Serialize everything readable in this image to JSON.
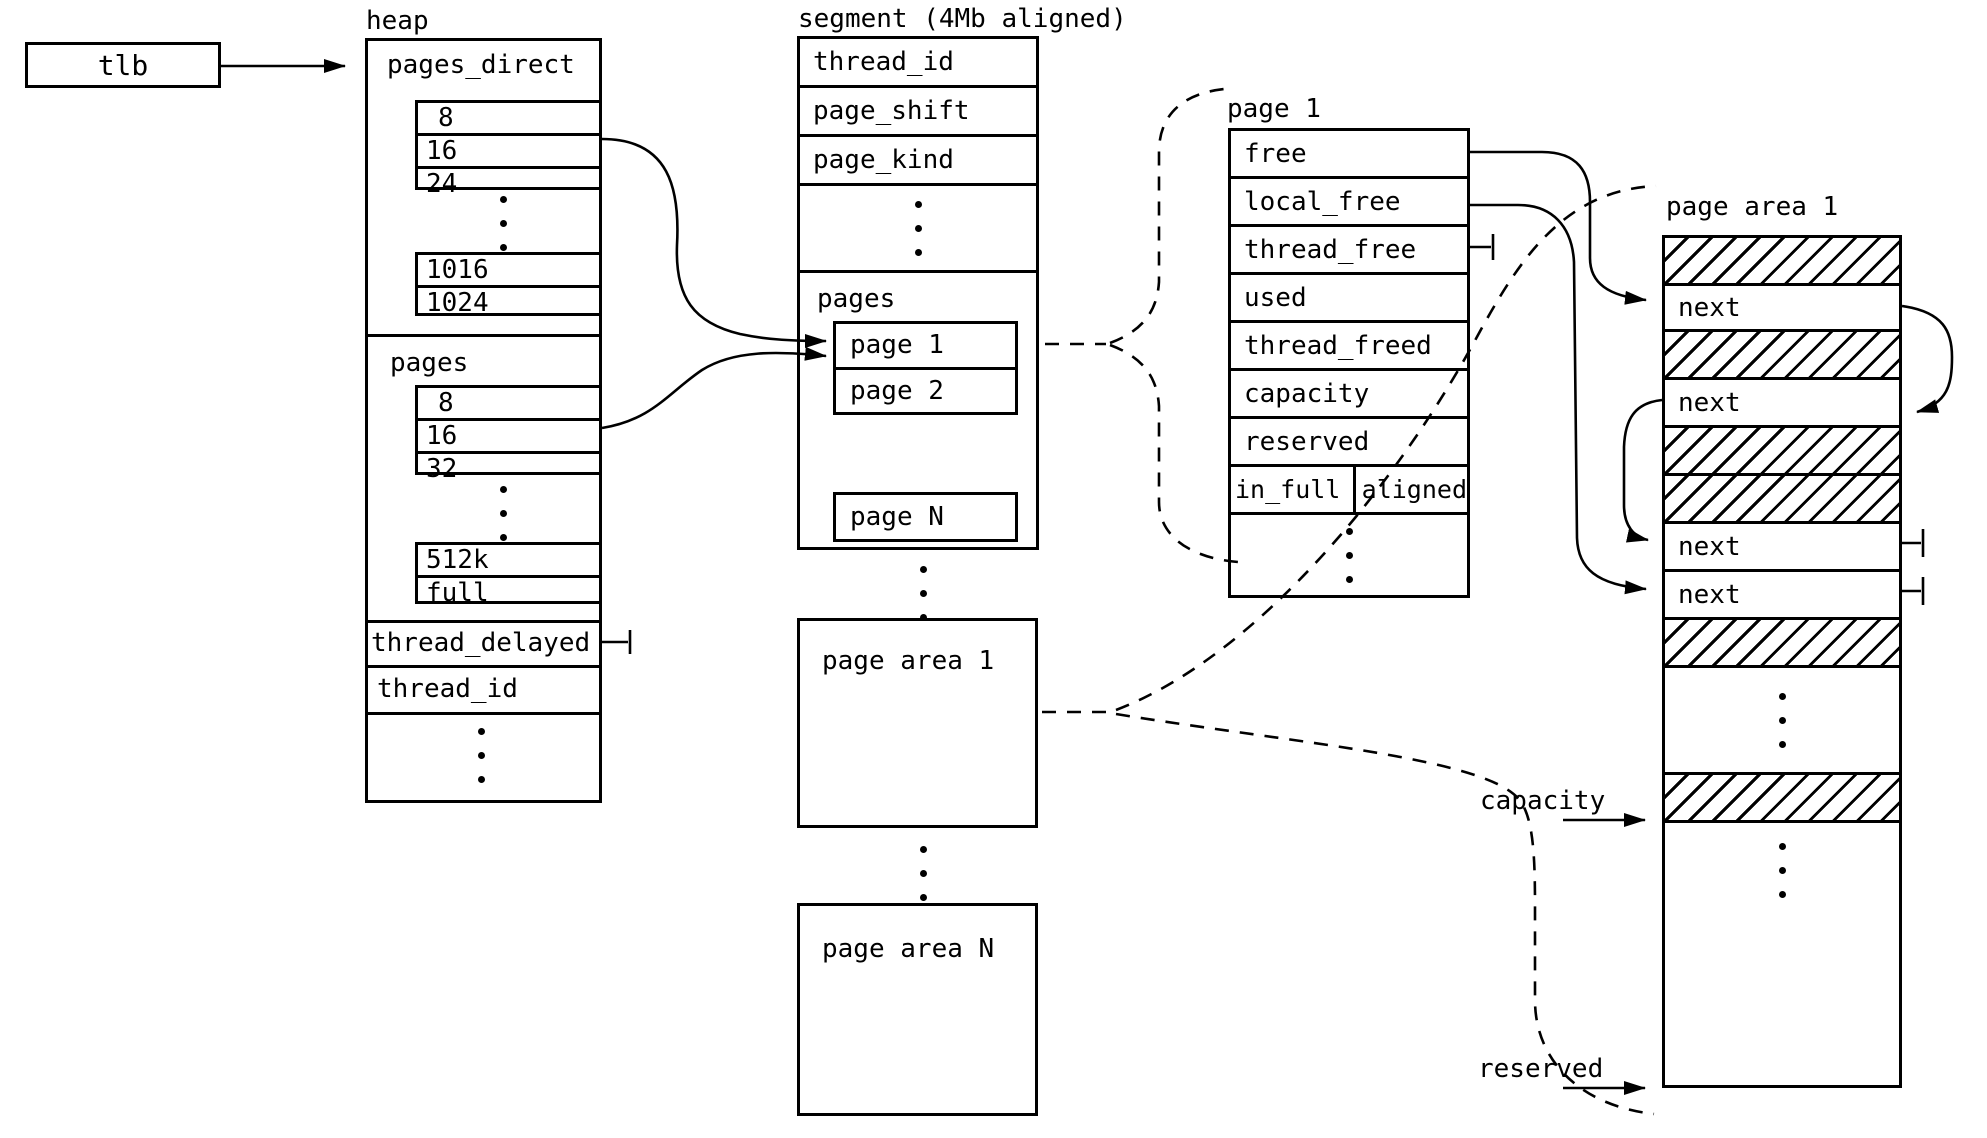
{
  "tlb": {
    "label": "tlb"
  },
  "heap": {
    "title": "heap",
    "pages_direct": {
      "label": "pages_direct",
      "top_rows": [
        "8",
        "16",
        "24"
      ],
      "bottom_rows": [
        "1016",
        "1024"
      ]
    },
    "pages": {
      "label": "pages",
      "top_rows": [
        "8",
        "16",
        "32"
      ],
      "bottom_rows": [
        "512k",
        "full"
      ]
    },
    "thread_delayed": "thread_delayed",
    "thread_id": "thread_id"
  },
  "segment": {
    "title": "segment (4Mb aligned)",
    "fields": [
      "thread_id",
      "page_shift",
      "page_kind"
    ],
    "pages_label": "pages",
    "page_entries": [
      "page 1",
      "page 2"
    ],
    "page_n": "page N",
    "page_area_1": "page area 1",
    "page_area_n": "page area N"
  },
  "page_meta": {
    "title": "page 1",
    "fields": [
      "free",
      "local_free",
      "thread_free",
      "used",
      "thread_freed",
      "capacity",
      "reserved"
    ],
    "in_full": "in_full",
    "aligned": "aligned"
  },
  "page_area": {
    "title": "page area 1",
    "next": "next",
    "capacity": "capacity",
    "reserved": "reserved"
  },
  "colors": {
    "ink": "#000000",
    "paper": "#ffffff"
  }
}
